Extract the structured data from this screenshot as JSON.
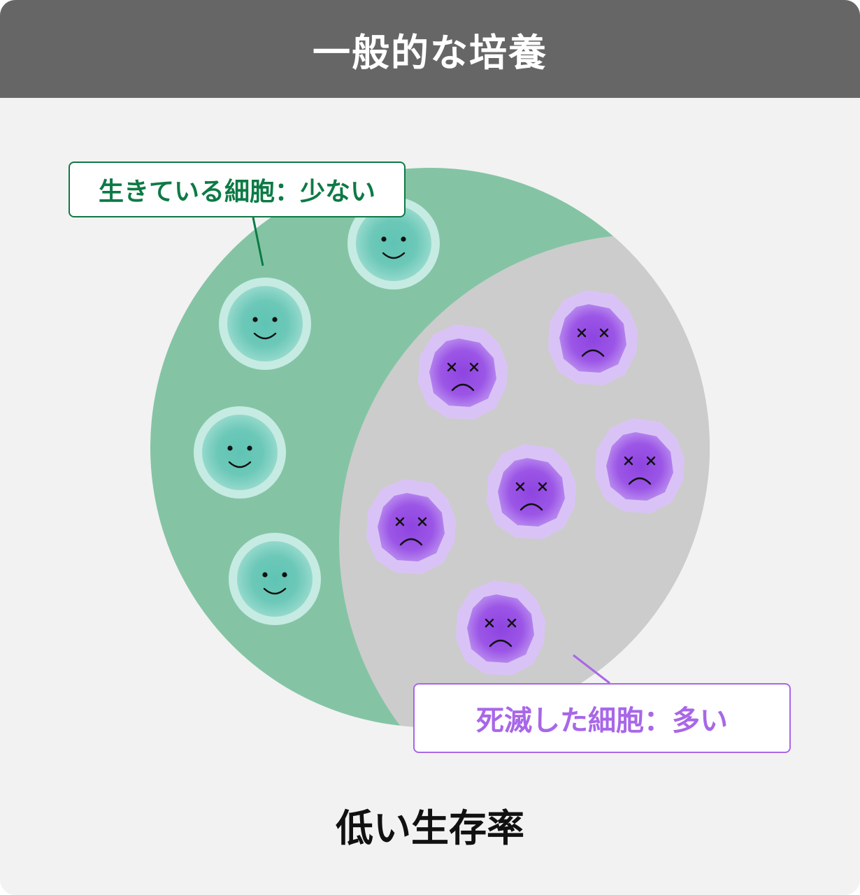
{
  "header": {
    "title": "一般的な培養"
  },
  "labels": {
    "live_cells": "生きている細胞：少ない",
    "dead_cells": "死滅した細胞：多い"
  },
  "caption": "低い生存率",
  "colors": {
    "header_bg": "#666666",
    "card_bg": "#f2f2f2",
    "dish_green": "#84c4a5",
    "dish_gray": "#cccccc",
    "live_cell": "#6cc8b8",
    "dead_cell": "#9b55e6",
    "live_label": "#0d7a45",
    "dead_label": "#a867e8"
  },
  "cells": {
    "live_count": 4,
    "dead_count": 6
  }
}
